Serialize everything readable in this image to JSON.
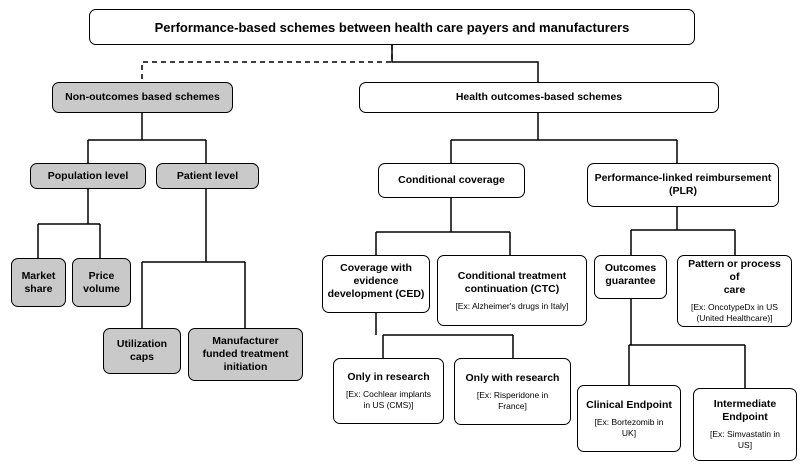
{
  "title": "Performance-based schemes between health care payers and manufacturers",
  "non_outcomes": {
    "label": "Non-outcomes based schemes",
    "population_level": "Population level",
    "patient_level": "Patient level",
    "market_share": "Market\nshare",
    "price_volume": "Price\nvolume",
    "utilization_caps": "Utilization\ncaps",
    "manufacturer_funded": "Manufacturer\nfunded treatment\ninitiation"
  },
  "health_outcomes": {
    "label": "Health outcomes-based schemes",
    "conditional_coverage": "Conditional coverage",
    "plr": "Performance-linked reimbursement\n(PLR)",
    "ced": {
      "label": "Coverage with\nevidence\ndevelopment (CED)"
    },
    "ctc": {
      "label": "Conditional treatment\ncontinuation (CTC)",
      "example": "[Ex: Alzheimer's drugs in Italy]"
    },
    "only_in_research": {
      "label": "Only in research",
      "example": "[Ex: Cochlear implants\nin US (CMS)]"
    },
    "only_with_research": {
      "label": "Only with research",
      "example": "[Ex: Risperidone in\nFrance]"
    },
    "outcomes_guarantee": {
      "label": "Outcomes\nguarantee"
    },
    "pattern_of_care": {
      "label": "Pattern or process of\ncare",
      "example": "[Ex: OncotypeDx in US\n(United Healthcare)]"
    },
    "clinical_endpoint": {
      "label": "Clinical Endpoint",
      "example": "[Ex: Bortezomib in\nUK]"
    },
    "intermediate_endpoint": {
      "label": "Intermediate\nEndpoint",
      "example": "[Ex: Simvastatin in\nUS]"
    }
  }
}
